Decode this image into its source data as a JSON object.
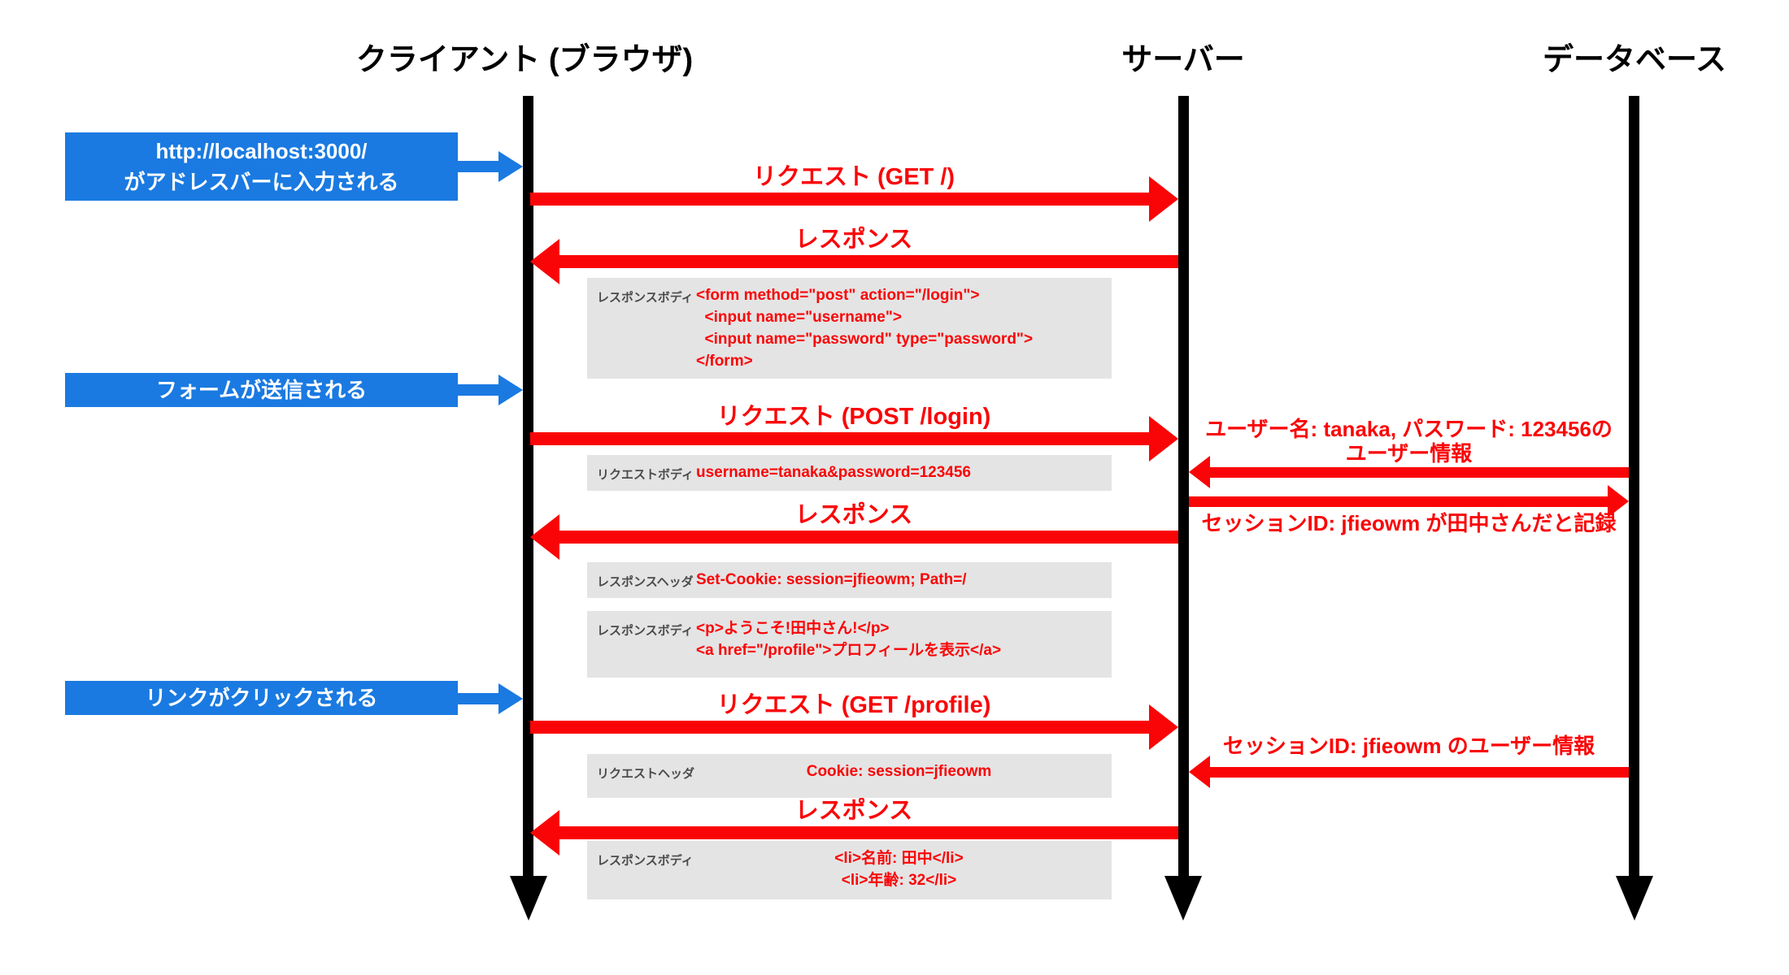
{
  "lifelines": [
    {
      "label": "クライアント (ブラウザ)"
    },
    {
      "label": "サーバー"
    },
    {
      "label": "データベース"
    }
  ],
  "events": [
    {
      "lines": [
        "http://localhost:3000/",
        "がアドレスバーに入力される"
      ]
    },
    {
      "lines": [
        "フォームが送信される"
      ]
    },
    {
      "lines": [
        "リンクがクリックされる"
      ]
    }
  ],
  "messages": {
    "cs": [
      {
        "label": "リクエスト (GET /)",
        "direction": "right"
      },
      {
        "label": "レスポンス",
        "direction": "left"
      },
      {
        "label": "リクエスト (POST /login)",
        "direction": "right"
      },
      {
        "label": "レスポンス",
        "direction": "left"
      },
      {
        "label": "リクエスト (GET /profile)",
        "direction": "right"
      },
      {
        "label": "レスポンス",
        "direction": "left"
      }
    ],
    "sd": [
      {
        "label_lines": [
          "ユーザー名: tanaka, パスワード: 123456の",
          "ユーザー情報"
        ],
        "direction": "left"
      },
      {
        "label_lines": [
          "セッションID: jfieowm が田中さんだと記録"
        ],
        "direction": "right"
      },
      {
        "label_lines": [
          "セッションID: jfieowm のユーザー情報"
        ],
        "direction": "left"
      }
    ]
  },
  "payload_boxes": [
    {
      "label": "レスポンスボディ",
      "lines": [
        "<form method=\"post\" action=\"/login\">",
        "  <input name=\"username\">",
        "  <input name=\"password\" type=\"password\">",
        "</form>"
      ]
    },
    {
      "label": "リクエストボディ",
      "lines": [
        "username=tanaka&password=123456"
      ]
    },
    {
      "label": "レスポンスヘッダ",
      "lines": [
        "Set-Cookie: session=jfieowm; Path=/"
      ]
    },
    {
      "label": "レスポンスボディ",
      "lines": [
        "<p>ようこそ!田中さん!</p>",
        "<a href=\"/profile\">プロフィールを表示</a>"
      ]
    },
    {
      "label": "リクエストヘッダ",
      "lines": [
        "Cookie: session=jfieowm"
      ]
    },
    {
      "label": "レスポンスボディ",
      "lines": [
        "<li>名前: 田中</li>",
        "<li>年齢: 32</li>"
      ]
    }
  ],
  "colors": {
    "event_blue": "#1a7ae1",
    "arrow_red": "#fa0507",
    "payload_gray": "#e4e4e4",
    "lifeline_black": "#000000",
    "payload_label_gray": "#4b4b4b"
  }
}
